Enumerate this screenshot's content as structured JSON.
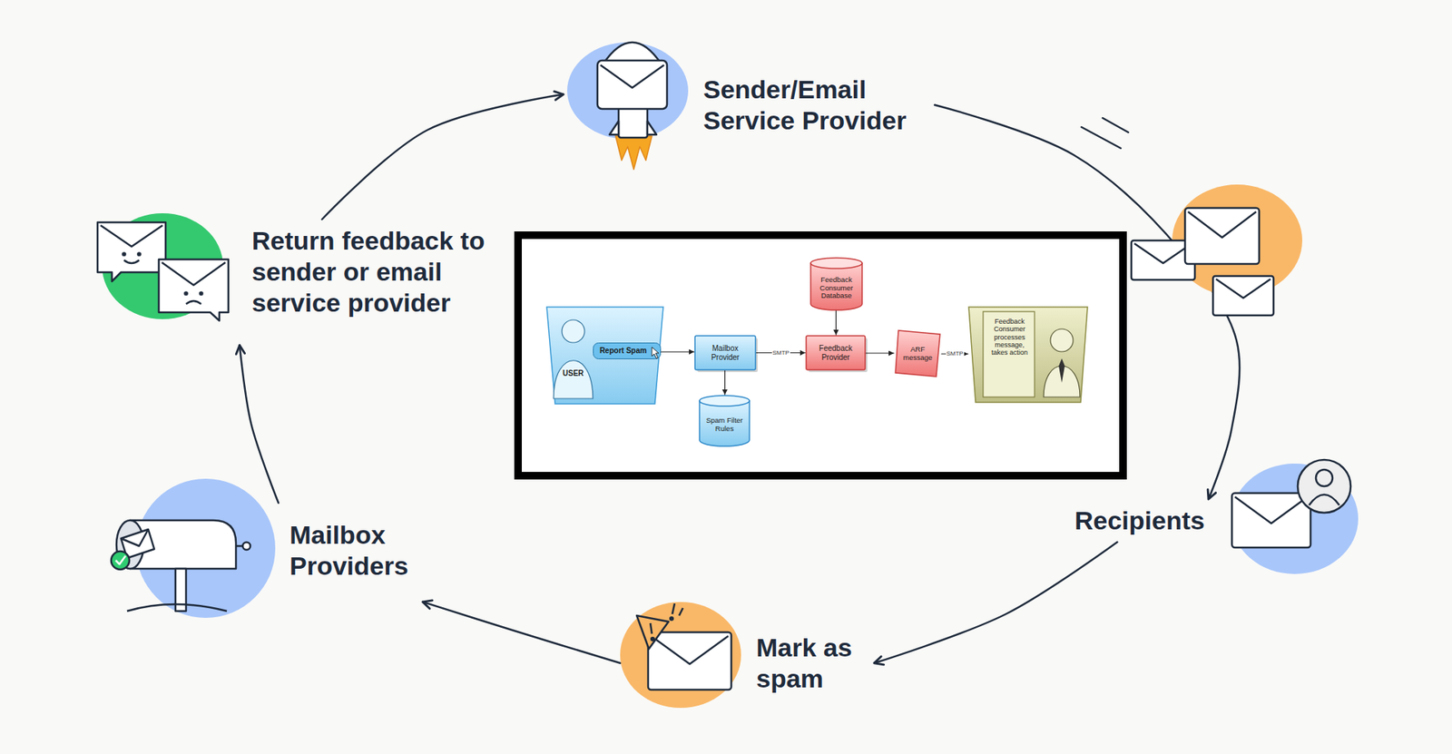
{
  "diagram": {
    "nodes": [
      {
        "text": [
          "Sender/Email Service Provider"
        ]
      },
      {
        "text": [
          "Recipients"
        ]
      },
      {
        "text": [
          "Mark as spam"
        ]
      },
      {
        "text": [
          "Mailbox Providers"
        ]
      },
      {
        "text": [
          "Return feedback to sender or email service provider"
        ]
      },
      {
        "text": [
          "USER"
        ]
      },
      {
        "text": [
          "Report Spam"
        ],
        "in": 5
      },
      {
        "text": [
          "Mailbox Provider"
        ]
      },
      {
        "text": [
          "Spam Filter Rules"
        ]
      },
      {
        "text": [
          "Feedback Consumer Database"
        ]
      },
      {
        "text": [
          "Feedback Provider"
        ]
      },
      {
        "text": [
          "ARF message"
        ]
      },
      {
        "text": [
          "Feedback Consumer processes message, takes action"
        ]
      }
    ],
    "edges": [
      {
        "from": 0,
        "to": 1,
        "arrow": "to"
      },
      {
        "from": 1,
        "to": 2,
        "arrow": "to"
      },
      {
        "from": 2,
        "to": 3,
        "arrow": "to"
      },
      {
        "from": 3,
        "to": 4,
        "arrow": "to"
      },
      {
        "from": 4,
        "to": 0,
        "arrow": "to"
      },
      {
        "from": 6,
        "to": 7,
        "arrow": "to"
      },
      {
        "from": 7,
        "to": 8,
        "arrow": "to"
      },
      {
        "from": 7,
        "to": 10,
        "label": "SMTP",
        "arrow": "to"
      },
      {
        "from": 9,
        "to": 10,
        "arrow": "to"
      },
      {
        "from": 10,
        "to": 11,
        "arrow": "to"
      },
      {
        "from": 11,
        "to": 12,
        "label": "SMTP",
        "arrow": "to"
      }
    ]
  }
}
